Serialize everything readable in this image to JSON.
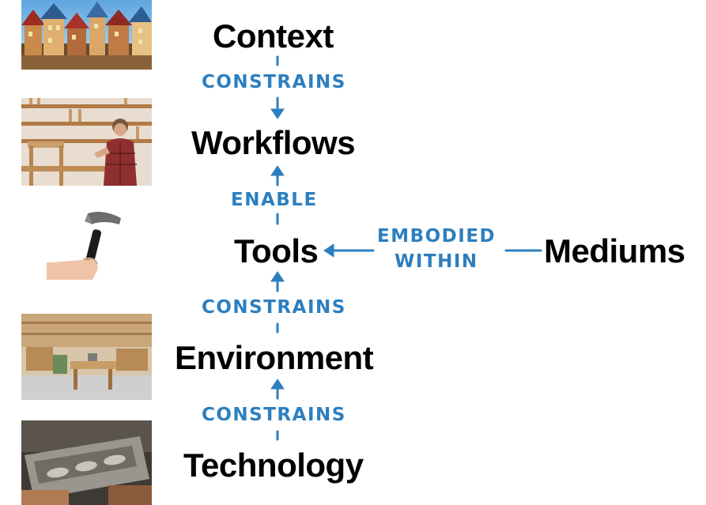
{
  "concepts": {
    "context": "Context",
    "workflows": "Workflows",
    "tools": "Tools",
    "environment": "Environment",
    "technology": "Technology",
    "mediums": "Mediums"
  },
  "relations": {
    "context_workflows": "CONSTRAINS",
    "workflows_tools": "ENABLE",
    "tools_environment": "CONSTRAINS",
    "environment_technology": "CONSTRAINS",
    "mediums_tools_line1": "EMBODIED",
    "mediums_tools_line2": "WITHIN"
  },
  "images": {
    "context": "village-illustration",
    "workflows": "carpenter-at-workbench",
    "tools": "hand-holding-hammer",
    "environment": "woodworking-shop",
    "technology": "machined-metal-part"
  },
  "colors": {
    "text": "#000000",
    "annotation": "#2c7fbf"
  }
}
